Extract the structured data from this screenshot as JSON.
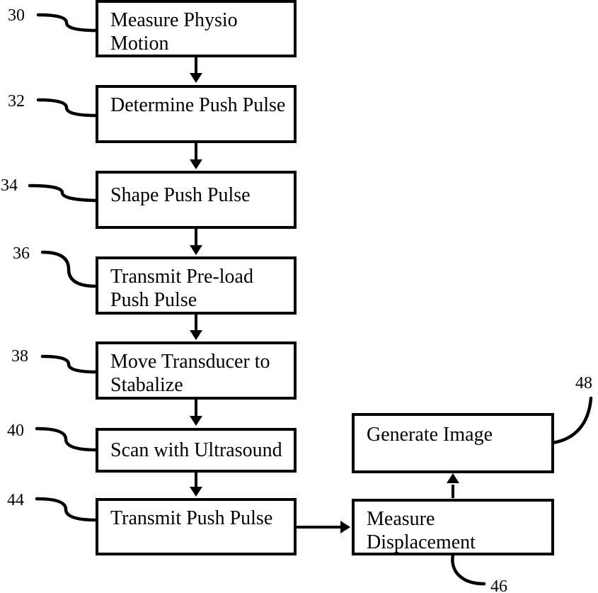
{
  "figure": {
    "type": "flowchart",
    "background_color": "#ffffff",
    "ink_color": "#000000"
  },
  "boxes": [
    {
      "label": "Measure Physio Motion",
      "ref": "30"
    },
    {
      "label": "Determine Push Pulse",
      "ref": "32"
    },
    {
      "label": "Shape Push Pulse",
      "ref": "34"
    },
    {
      "label": "Transmit Pre-load Push Pulse",
      "ref": "36"
    },
    {
      "label": "Move Transducer to Stabalize",
      "ref": "38"
    },
    {
      "label": "Scan with Ultrasound",
      "ref": "40"
    },
    {
      "label": "Transmit Push Pulse",
      "ref": "44"
    },
    {
      "label": "Generate Image",
      "ref": "48"
    },
    {
      "label": "Measure Displacement",
      "ref": "46"
    }
  ],
  "connections": [
    {
      "from": "Measure Physio Motion",
      "to": "Determine Push Pulse"
    },
    {
      "from": "Determine Push Pulse",
      "to": "Shape Push Pulse"
    },
    {
      "from": "Shape Push Pulse",
      "to": "Transmit Pre-load Push Pulse"
    },
    {
      "from": "Transmit Pre-load Push Pulse",
      "to": "Move Transducer to Stabalize"
    },
    {
      "from": "Move Transducer to Stabalize",
      "to": "Scan with Ultrasound"
    },
    {
      "from": "Scan with Ultrasound",
      "to": "Transmit Push Pulse"
    },
    {
      "from": "Transmit Push Pulse",
      "to": "Measure Displacement"
    },
    {
      "from": "Measure Displacement",
      "to": "Generate Image"
    }
  ]
}
